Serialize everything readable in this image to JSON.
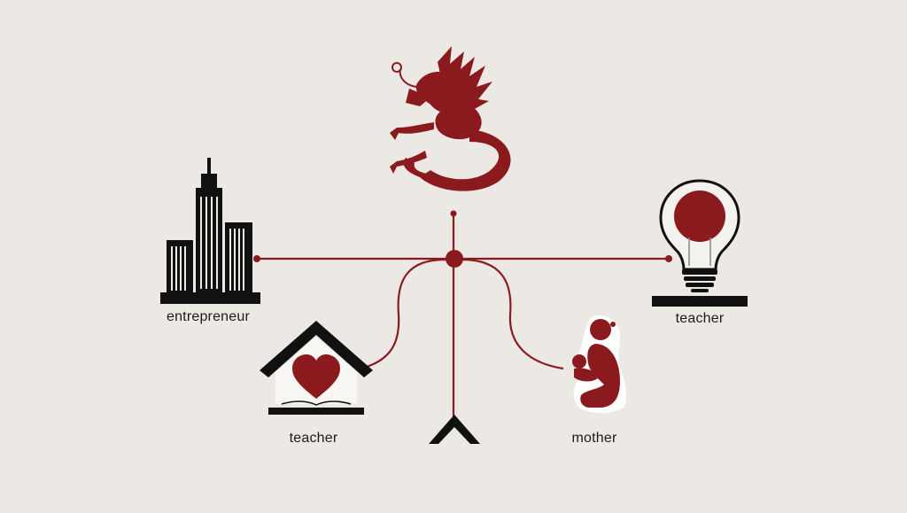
{
  "labels": {
    "entrepreneur": "entrepreneur",
    "teacher_right": "teacher",
    "teacher_left": "teacher",
    "mother": "mother"
  },
  "icons": {
    "top": "dragon-icon",
    "left": "skyscraper-icon",
    "right": "lightbulb-icon",
    "lower_left": "house-heart-book-icon",
    "lower_right": "mother-child-icon"
  },
  "colors": {
    "background": "#ece9e4",
    "accent": "#8b1a1f",
    "ink": "#111111"
  }
}
